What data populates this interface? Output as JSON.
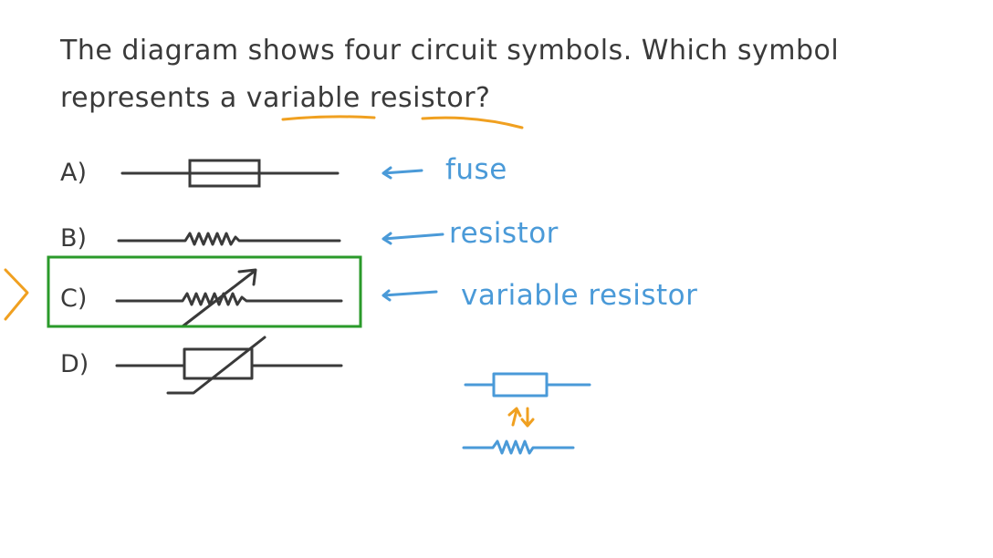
{
  "question": {
    "line1": "The diagram shows four circuit symbols. Which symbol",
    "line2_a": "represents a",
    "line2_b": "variable",
    "line2_c": "resistor",
    "line2_d": "?"
  },
  "options": [
    {
      "label": "A)",
      "note": "fuse"
    },
    {
      "label": "B)",
      "note": "resistor"
    },
    {
      "label": "C)",
      "note": "variable resistor"
    },
    {
      "label": "D)",
      "note": ""
    }
  ],
  "colors": {
    "ink": "#3a3a3a",
    "blue": "#4a9ad8",
    "orange": "#f0a020",
    "green": "#2a9a2a"
  }
}
